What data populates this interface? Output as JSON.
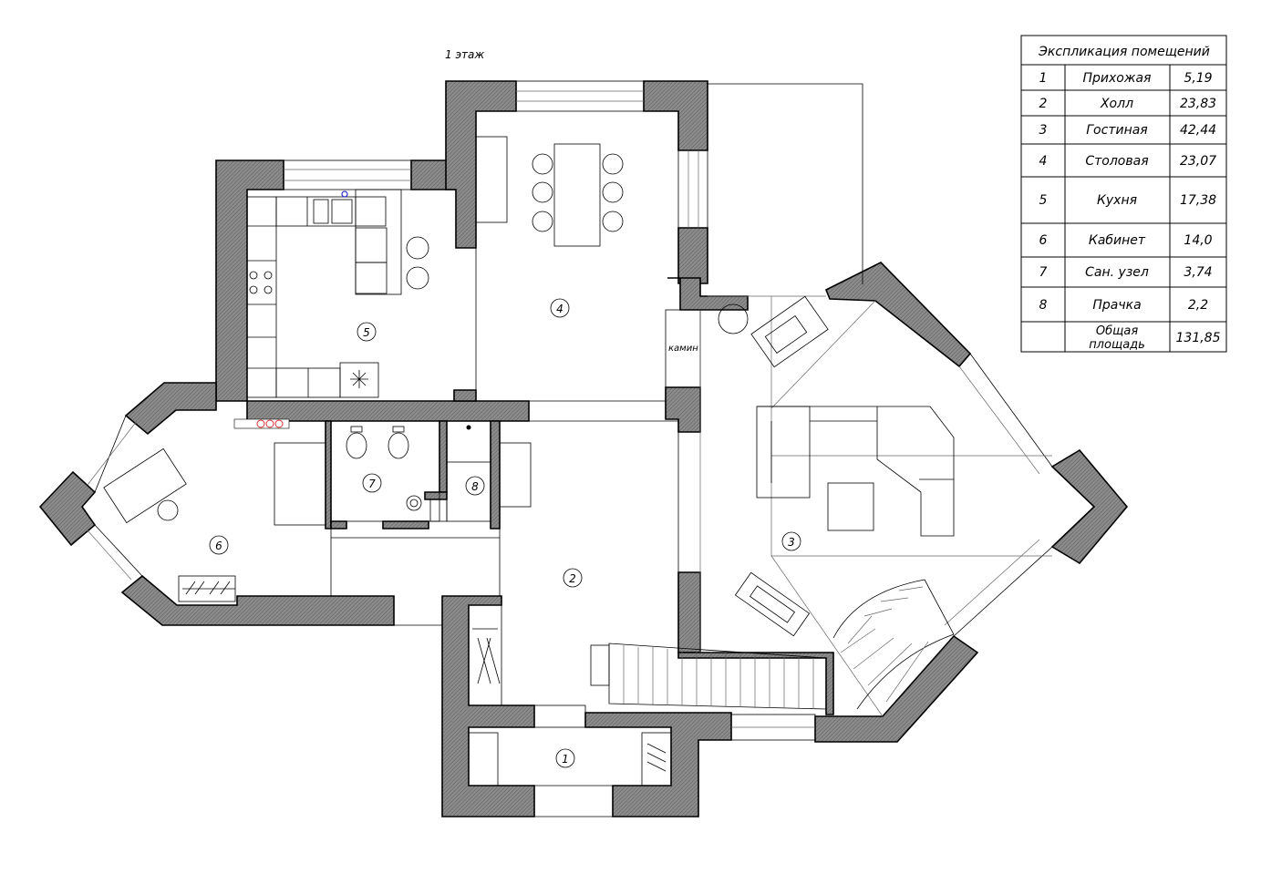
{
  "floor_label": "1 этаж",
  "fireplace_label": "камин",
  "room_markers": [
    "1",
    "2",
    "3",
    "4",
    "5",
    "6",
    "7",
    "8"
  ],
  "explication": {
    "title": "Экспликация помещений",
    "rows": [
      {
        "num": "1",
        "name": "Прихожая",
        "area": "5,19"
      },
      {
        "num": "2",
        "name": "Холл",
        "area": "23,83"
      },
      {
        "num": "3",
        "name": "Гостиная",
        "area": "42,44"
      },
      {
        "num": "4",
        "name": "Столовая",
        "area": "23,07"
      },
      {
        "num": "5",
        "name": "Кухня",
        "area": "17,38"
      },
      {
        "num": "6",
        "name": "Кабинет",
        "area": "14,0"
      },
      {
        "num": "7",
        "name": "Сан. узел",
        "area": "3,74"
      },
      {
        "num": "8",
        "name": "Прачка",
        "area": "2,2"
      }
    ],
    "total": {
      "name_line1": "Общая",
      "name_line2": "площадь",
      "area": "131,85"
    }
  },
  "colors": {
    "wall": "#8c8c8c",
    "line": "#000000",
    "stove": "#e03030",
    "sink_tap": "#2a2ad0"
  }
}
